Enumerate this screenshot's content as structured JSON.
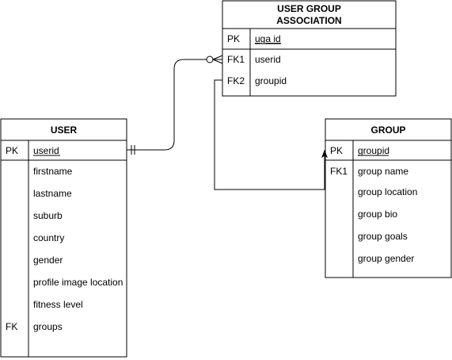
{
  "colors": {
    "line": "#000000",
    "background": "#ffffff"
  },
  "entities": {
    "user": {
      "title": "USER",
      "pk_key": "PK",
      "pk_field": "userid",
      "fields": [
        "firstname",
        "lastname",
        "suburb",
        "country",
        "gender",
        "profile image location",
        "fitness level",
        "groups"
      ],
      "keys": [
        "",
        "",
        "",
        "",
        "",
        "",
        "",
        "FK"
      ]
    },
    "uga": {
      "title_line1": "USER GROUP",
      "title_line2": "ASSOCIATION",
      "pk_key": "PK",
      "pk_field": "uga id",
      "fields": [
        "userid",
        "groupid"
      ],
      "keys": [
        "FK1",
        "FK2"
      ]
    },
    "group": {
      "title": "GROUP",
      "pk_key": "PK",
      "pk_field": "groupid",
      "fields": [
        "group name",
        "group location",
        "group bio",
        "group goals",
        "group gender"
      ],
      "keys": [
        "FK1",
        "",
        "",
        "",
        ""
      ]
    }
  },
  "relationships": [
    {
      "from": "user.userid",
      "to": "uga.userid",
      "from_cardinality": "one-and-only-one",
      "to_cardinality": "zero-or-many"
    },
    {
      "from": "group.groupid",
      "to": "uga.groupid",
      "from_cardinality": "arrow",
      "to_cardinality": "none"
    }
  ]
}
